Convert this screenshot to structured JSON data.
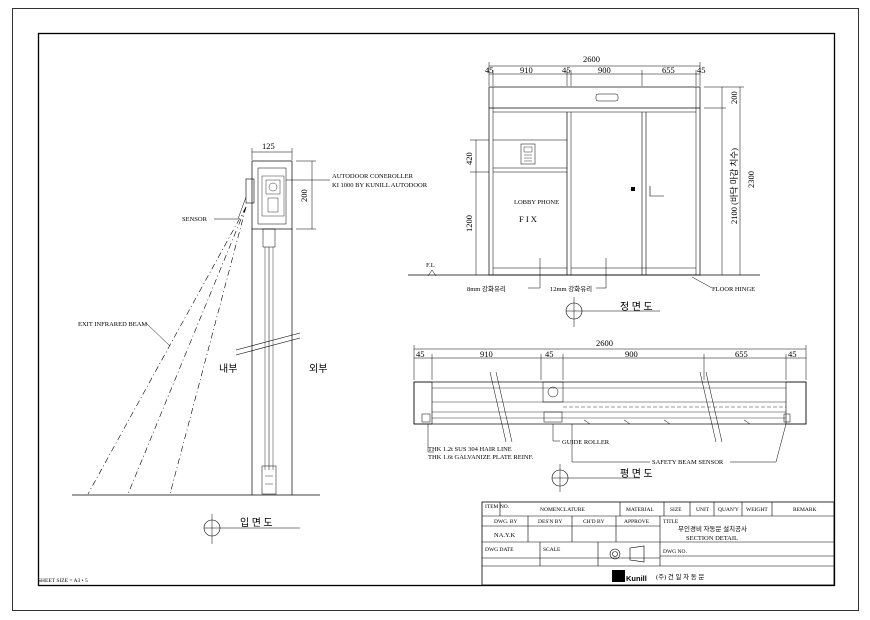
{
  "sheet_size": "SHEET SIZE = A3 • 5",
  "side_view": {
    "dim_top": "125",
    "dim_right": "200",
    "controller_label_1": "AUTODOOR CONEROLLER",
    "controller_label_2": "KI 1000 BY KUNILL AUTODOOR",
    "sensor_label": "SENSOR",
    "beam_label": "EXIT INFRARED BEAM",
    "inside_label": "내부",
    "outside_label": "외부",
    "view_title": "입 면 도"
  },
  "front_view": {
    "dim_total": "2600",
    "dims": [
      "45",
      "910",
      "45",
      "900",
      "655",
      "45"
    ],
    "dim_right_top": "200",
    "dim_right_height": "2100 (바닥 마감 치수)",
    "dim_right_total": "2300",
    "dim_left_top": "420",
    "dim_left_bottom": "1200",
    "lobby_phone": "LOBBY PHONE",
    "fix_label": "F I X",
    "fl_label": "F.L",
    "glass_8": "8mm 강화유리",
    "glass_12": "12mm 강화유리",
    "floor_hinge": "FLOOR HINGE",
    "view_title": "정 면 도"
  },
  "plan_view": {
    "dim_total": "2600",
    "dims": [
      "45",
      "910",
      "45",
      "900",
      "655",
      "45"
    ],
    "thk_1": "THK 1.2t SUS 304 HAIR LINE",
    "thk_2": "THK 1.6t GALVANIZE PLATE REINF.",
    "guide_roller": "GUIDE ROLLER",
    "safety_beam": "SAFETY BEAM SENSOR",
    "view_title": "평 면 도"
  },
  "title_block": {
    "header": [
      "ITEM NO.",
      "NOMENCLATURE",
      "MATERIAL",
      "SIZE",
      "UNIT",
      "QUAN'Y",
      "WEIGHT",
      "REMARK"
    ],
    "dwg_by": "DWG. BY",
    "dsn_by": "DES'N BY",
    "chd_by": "CH'D BY",
    "approve": "APPROVE",
    "title_label": "TITLE",
    "title_1": "무인경비 자동문 설치공사",
    "title_2": "SECTION DETAIL",
    "drawer": "NA.Y.K",
    "dwg_date": "DWG DATE",
    "scale": "SCALE",
    "dwg_no": "DWG NO.",
    "brand": "Kunill",
    "company": "(주) 건 일 자 동 문"
  }
}
